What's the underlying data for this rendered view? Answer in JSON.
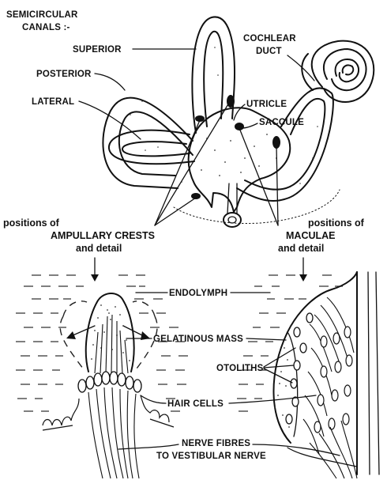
{
  "labels": {
    "semicircular_canals": [
      "SEMICIRCULAR",
      "CANALS :-"
    ],
    "superior": "SUPERIOR",
    "posterior": "POSTERIOR",
    "lateral": "LATERAL",
    "cochlear_duct": [
      "COCHLEAR",
      "DUCT"
    ],
    "utricle": "UTRICLE",
    "saccule": "SACCULE",
    "ampullary_crests": [
      "positions of",
      "AMPULLARY CRESTS",
      "and detail"
    ],
    "maculae": [
      "positions of",
      "MACULAE",
      "and detail"
    ],
    "endolymph": "ENDOLYMPH",
    "gelatinous_mass": "GELATINOUS MASS",
    "otoliths": "OTOLITHS",
    "hair_cells": "HAIR CELLS",
    "nerve_fibres": [
      "NERVE FIBRES",
      "TO VESTIBULAR NERVE"
    ]
  }
}
